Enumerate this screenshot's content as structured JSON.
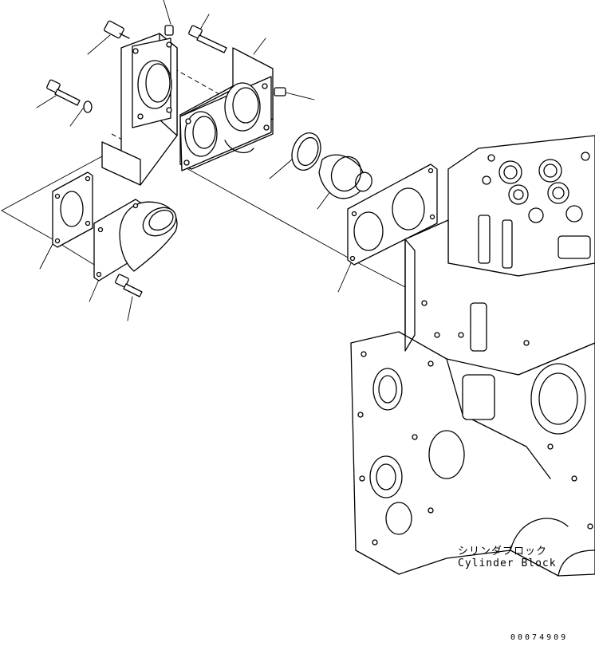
{
  "labels": {
    "cylinder_block_jp": "シリンダブロック",
    "cylinder_block_en": "Cylinder Block"
  },
  "drawing_number": "00074909"
}
